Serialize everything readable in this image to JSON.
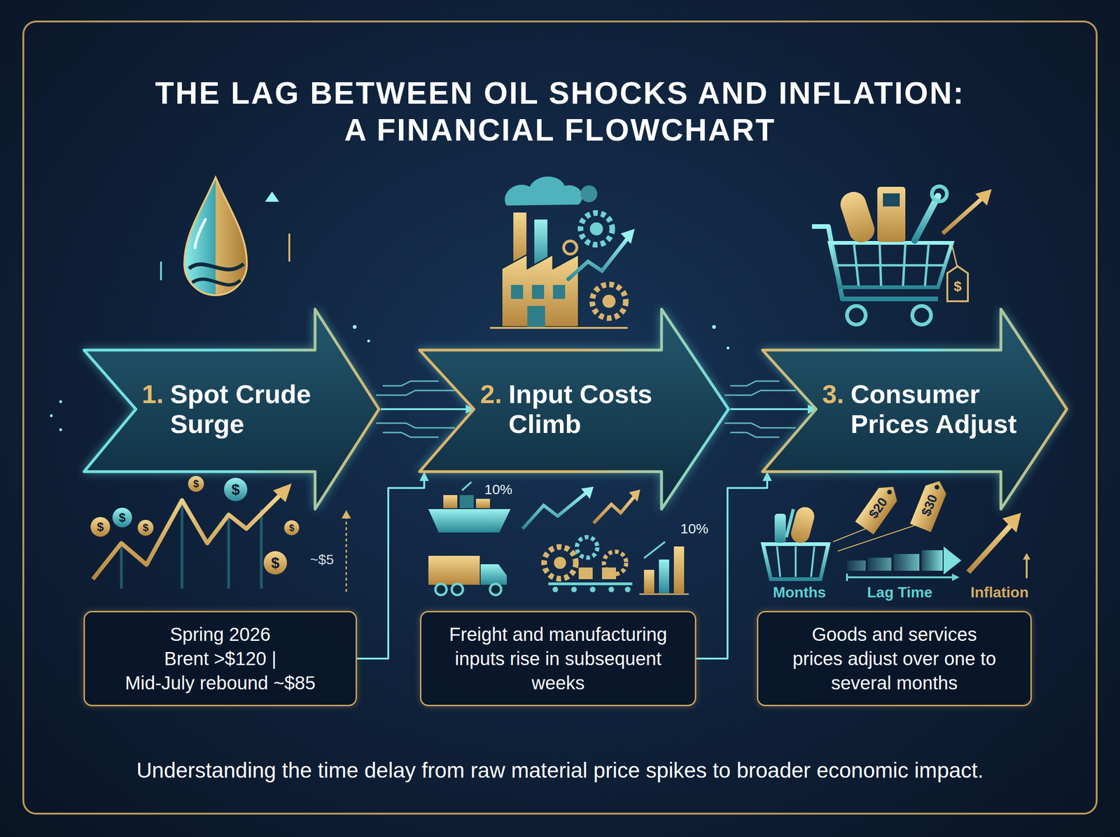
{
  "diagram": {
    "title": "THE LAG BETWEEN OIL SHOCKS AND INFLATION: A FINANCIAL FLOWCHART",
    "caption": "Understanding the time delay from raw material price spikes to broader economic impact.",
    "nodes": [
      {
        "text": [
          "1.",
          "Spot Crude Surge"
        ]
      },
      {
        "text": [
          "2.",
          "Input Costs Climb"
        ]
      },
      {
        "text": [
          "3.",
          "Consumer Prices Adjust"
        ]
      },
      {
        "text": [
          "Spring 2026",
          "Brent >$120 |",
          "Mid-July rebound ~$85"
        ]
      },
      {
        "text": [
          "Freight and manufacturing inputs rise in subsequent weeks"
        ]
      },
      {
        "text": [
          "Goods and services prices adjust over one to several months"
        ]
      }
    ],
    "edges": [
      {
        "from": 0,
        "to": 1,
        "arrow": "to"
      },
      {
        "from": 1,
        "to": 2,
        "arrow": "to"
      },
      {
        "from": 3,
        "to": 1,
        "arrow": "to"
      },
      {
        "from": 4,
        "to": 2,
        "arrow": "to"
      }
    ],
    "labels": [
      "$",
      "$",
      "$",
      "$",
      "$",
      "$",
      "$",
      "~$5",
      "10%",
      "10%",
      "$20",
      "$30",
      "Months",
      "Lag Time",
      "Inflation",
      "$"
    ]
  }
}
